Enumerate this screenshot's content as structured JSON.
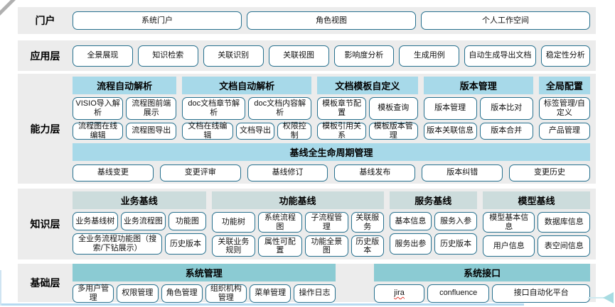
{
  "portal": {
    "label": "门户",
    "buttons": [
      "系统门户",
      "角色视图",
      "个人工作空间"
    ]
  },
  "app_layer": {
    "label": "应用层",
    "buttons": [
      "全景展现",
      "知识检索",
      "关联识别",
      "关联视图",
      "影响度分析",
      "生成用例",
      "自动生成导出文档",
      "稳定性分析"
    ]
  },
  "capability_layer": {
    "label": "能力层",
    "groups": [
      {
        "header": "流程自动解析",
        "rows": [
          [
            "VISIO导入解析",
            "流程图前端展示"
          ],
          [
            "流程图在线编辑",
            "流程图导出"
          ]
        ]
      },
      {
        "header": "文档自动解析",
        "rows": [
          [
            "doc文档章节解析",
            "doc文档内容解析"
          ],
          [
            "文档在线编辑",
            "文档导出",
            "权限控制"
          ]
        ]
      },
      {
        "header": "文档模板自定义",
        "rows": [
          [
            "模板章节配置",
            "模板查询"
          ],
          [
            "模板引用关系",
            "模板版本管理"
          ]
        ]
      },
      {
        "header": "版本管理",
        "rows": [
          [
            "版本管理",
            "版本比对"
          ],
          [
            "版本关联信息",
            "版本合并"
          ]
        ]
      },
      {
        "header": "全局配置",
        "rows": [
          [
            "标签管理/自定义"
          ],
          [
            "产品管理"
          ]
        ]
      }
    ],
    "baseline_header": "基线全生命周期管理",
    "baseline_buttons": [
      "基线变更",
      "变更评审",
      "基线修订",
      "基线发布",
      "版本纠错",
      "变更历史"
    ]
  },
  "knowledge_layer": {
    "label": "知识层",
    "groups": [
      {
        "header": "业务基线",
        "rows": [
          [
            "业务基线树",
            "业务流程图",
            "功能图"
          ],
          [
            "全业务流程功能图（搜索/下钻展示）",
            "历史版本"
          ]
        ]
      },
      {
        "header": "功能基线",
        "rows": [
          [
            "功能树",
            "系统流程图",
            "子流程管理",
            "关联服务"
          ],
          [
            "关联业务规则",
            "属性可配置",
            "功能全景图",
            "历史版本"
          ]
        ]
      },
      {
        "header": "服务基线",
        "rows": [
          [
            "基本信息",
            "服务入参"
          ],
          [
            "服务出参",
            "历史版本"
          ]
        ]
      },
      {
        "header": "模型基线",
        "rows": [
          [
            "模型基本信息",
            "数据库信息"
          ],
          [
            "用户信息",
            "表空间信息"
          ]
        ]
      }
    ]
  },
  "foundation_layer": {
    "label": "基础层",
    "groups": [
      {
        "header": "系统管理",
        "buttons": [
          "多用户管理",
          "权限管理",
          "角色管理",
          "组织机构管理",
          "菜单管理",
          "操作日志"
        ]
      },
      {
        "header": "系统接口",
        "buttons": [
          "jira",
          "confluence",
          "接口自动化平台"
        ]
      }
    ]
  },
  "colors": {
    "band_background": "#ececec",
    "capability_header": "#a7d9e9",
    "knowledge_header": "#ccdcdc",
    "foundation_header": "#8bcbd3",
    "box_border": "#26708e",
    "bottom_accent_line": "#b5daf1",
    "arrow_accent": "#a8dce2",
    "spellcheck_underline": "#e03c31"
  }
}
